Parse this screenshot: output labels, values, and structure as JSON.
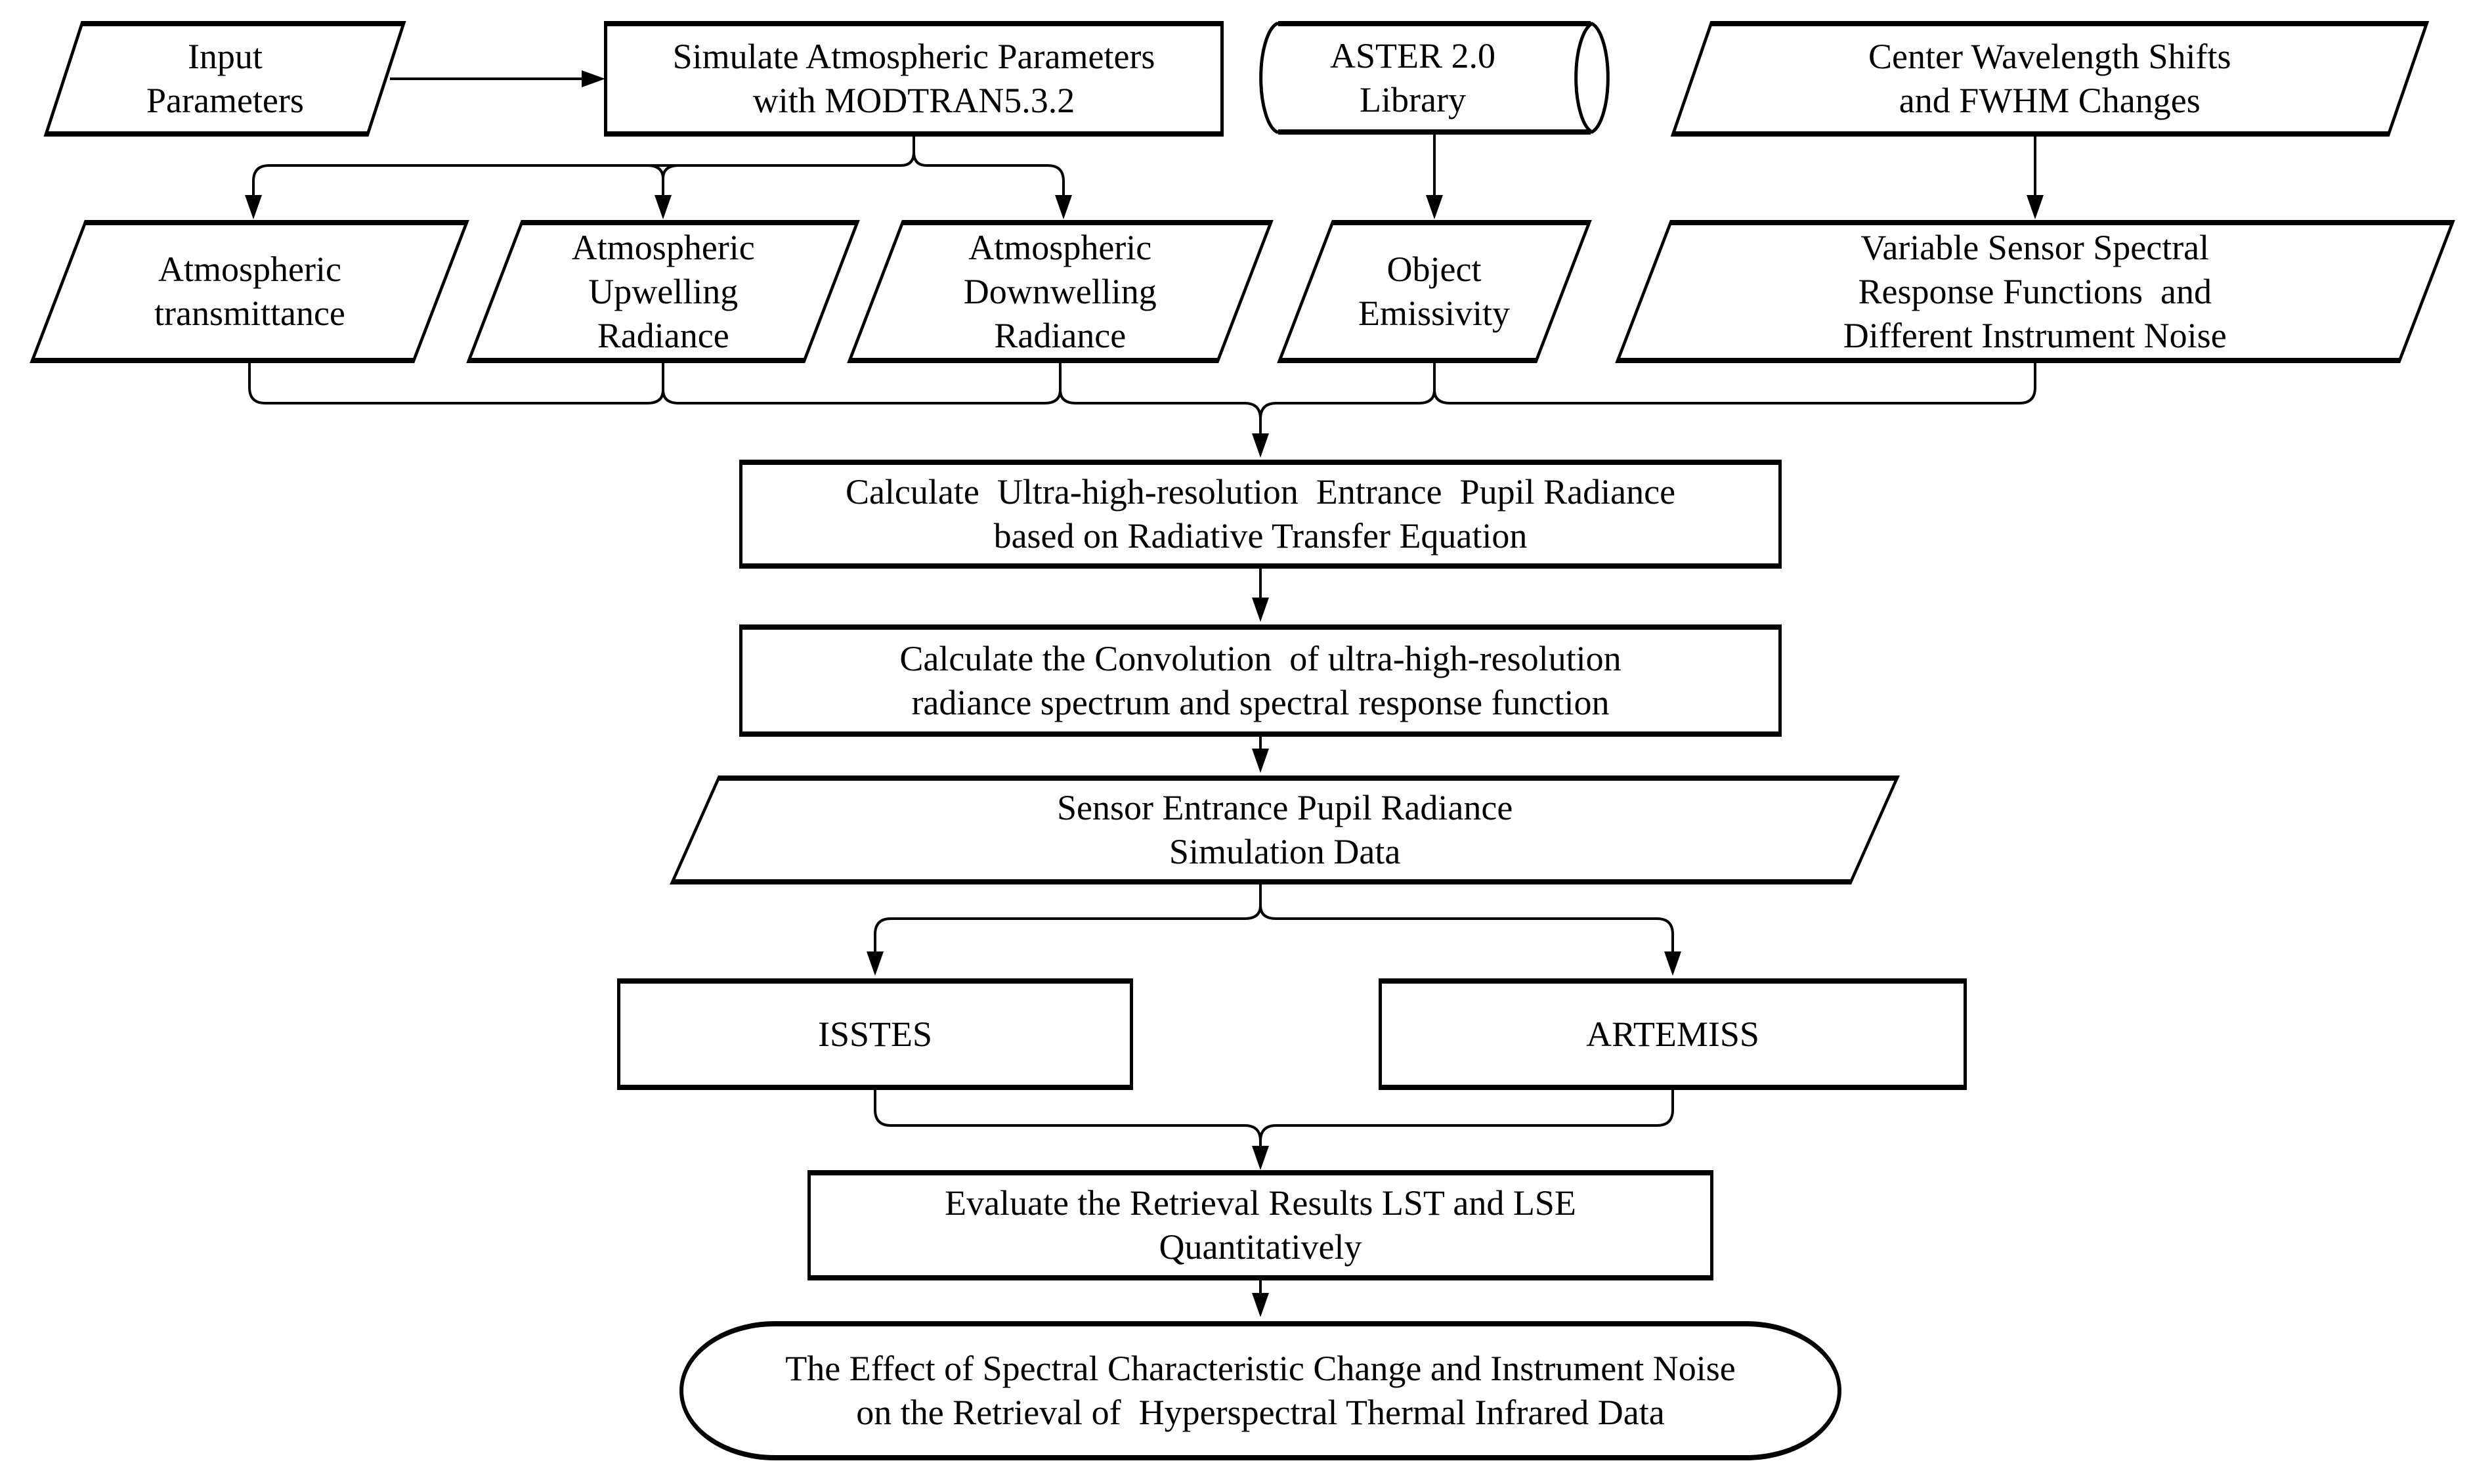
{
  "figure": {
    "kind": "flowchart",
    "title": "Simulation and retrieval evaluation workflow for hyperspectral thermal infrared data",
    "colors": {
      "ink": "#000000",
      "background": "#ffffff"
    }
  },
  "nodes": {
    "input": {
      "shape": "parallelogram",
      "lines": [
        "Input",
        "Parameters"
      ]
    },
    "simulate": {
      "shape": "process",
      "lines": [
        "Simulate Atmospheric Parameters",
        "with MODTRAN5.3.2"
      ]
    },
    "aster": {
      "shape": "stored-data",
      "lines": [
        "ASTER 2.0",
        "Library"
      ]
    },
    "center_wavelength": {
      "shape": "parallelogram",
      "lines": [
        "Center Wavelength Shifts",
        "and FWHM Changes"
      ]
    },
    "transmittance": {
      "shape": "parallelogram",
      "lines": [
        "Atmospheric",
        "transmittance"
      ]
    },
    "upwelling": {
      "shape": "parallelogram",
      "lines": [
        "Atmospheric",
        "Upwelling",
        "Radiance"
      ]
    },
    "downwelling": {
      "shape": "parallelogram",
      "lines": [
        "Atmospheric",
        "Downwelling",
        "Radiance"
      ]
    },
    "emissivity": {
      "shape": "parallelogram",
      "lines": [
        "Object",
        "Emissivity"
      ]
    },
    "variable_srf": {
      "shape": "parallelogram",
      "lines": [
        "Variable Sensor Spectral",
        "Response Functions  and",
        "Different Instrument Noise"
      ]
    },
    "calc_pupil": {
      "shape": "process",
      "lines": [
        "Calculate  Ultra-high-resolution  Entrance  Pupil Radiance",
        "based on Radiative Transfer Equation"
      ]
    },
    "calc_convolution": {
      "shape": "process",
      "lines": [
        "Calculate the Convolution  of ultra-high-resolution",
        "radiance spectrum and spectral response function"
      ]
    },
    "sensor_data": {
      "shape": "parallelogram",
      "lines": [
        "Sensor Entrance Pupil Radiance",
        "Simulation Data"
      ]
    },
    "isstes": {
      "shape": "process",
      "lines": [
        "ISSTES"
      ]
    },
    "artemiss": {
      "shape": "process",
      "lines": [
        "ARTEMISS"
      ]
    },
    "evaluate": {
      "shape": "process",
      "lines": [
        "Evaluate the Retrieval Results LST and LSE",
        "Quantitatively"
      ]
    },
    "conclusion": {
      "shape": "terminator",
      "lines": [
        "The Effect of Spectral Characteristic Change and Instrument Noise",
        "on the Retrieval of  Hyperspectral Thermal Infrared Data"
      ]
    }
  },
  "edges": [
    [
      "input",
      "simulate"
    ],
    [
      "simulate",
      "transmittance"
    ],
    [
      "simulate",
      "upwelling"
    ],
    [
      "simulate",
      "downwelling"
    ],
    [
      "aster",
      "emissivity"
    ],
    [
      "center_wavelength",
      "variable_srf"
    ],
    [
      "transmittance",
      "calc_pupil"
    ],
    [
      "upwelling",
      "calc_pupil"
    ],
    [
      "downwelling",
      "calc_pupil"
    ],
    [
      "emissivity",
      "calc_pupil"
    ],
    [
      "variable_srf",
      "calc_pupil"
    ],
    [
      "calc_pupil",
      "calc_convolution"
    ],
    [
      "calc_convolution",
      "sensor_data"
    ],
    [
      "sensor_data",
      "isstes"
    ],
    [
      "sensor_data",
      "artemiss"
    ],
    [
      "isstes",
      "evaluate"
    ],
    [
      "artemiss",
      "evaluate"
    ],
    [
      "evaluate",
      "conclusion"
    ]
  ]
}
